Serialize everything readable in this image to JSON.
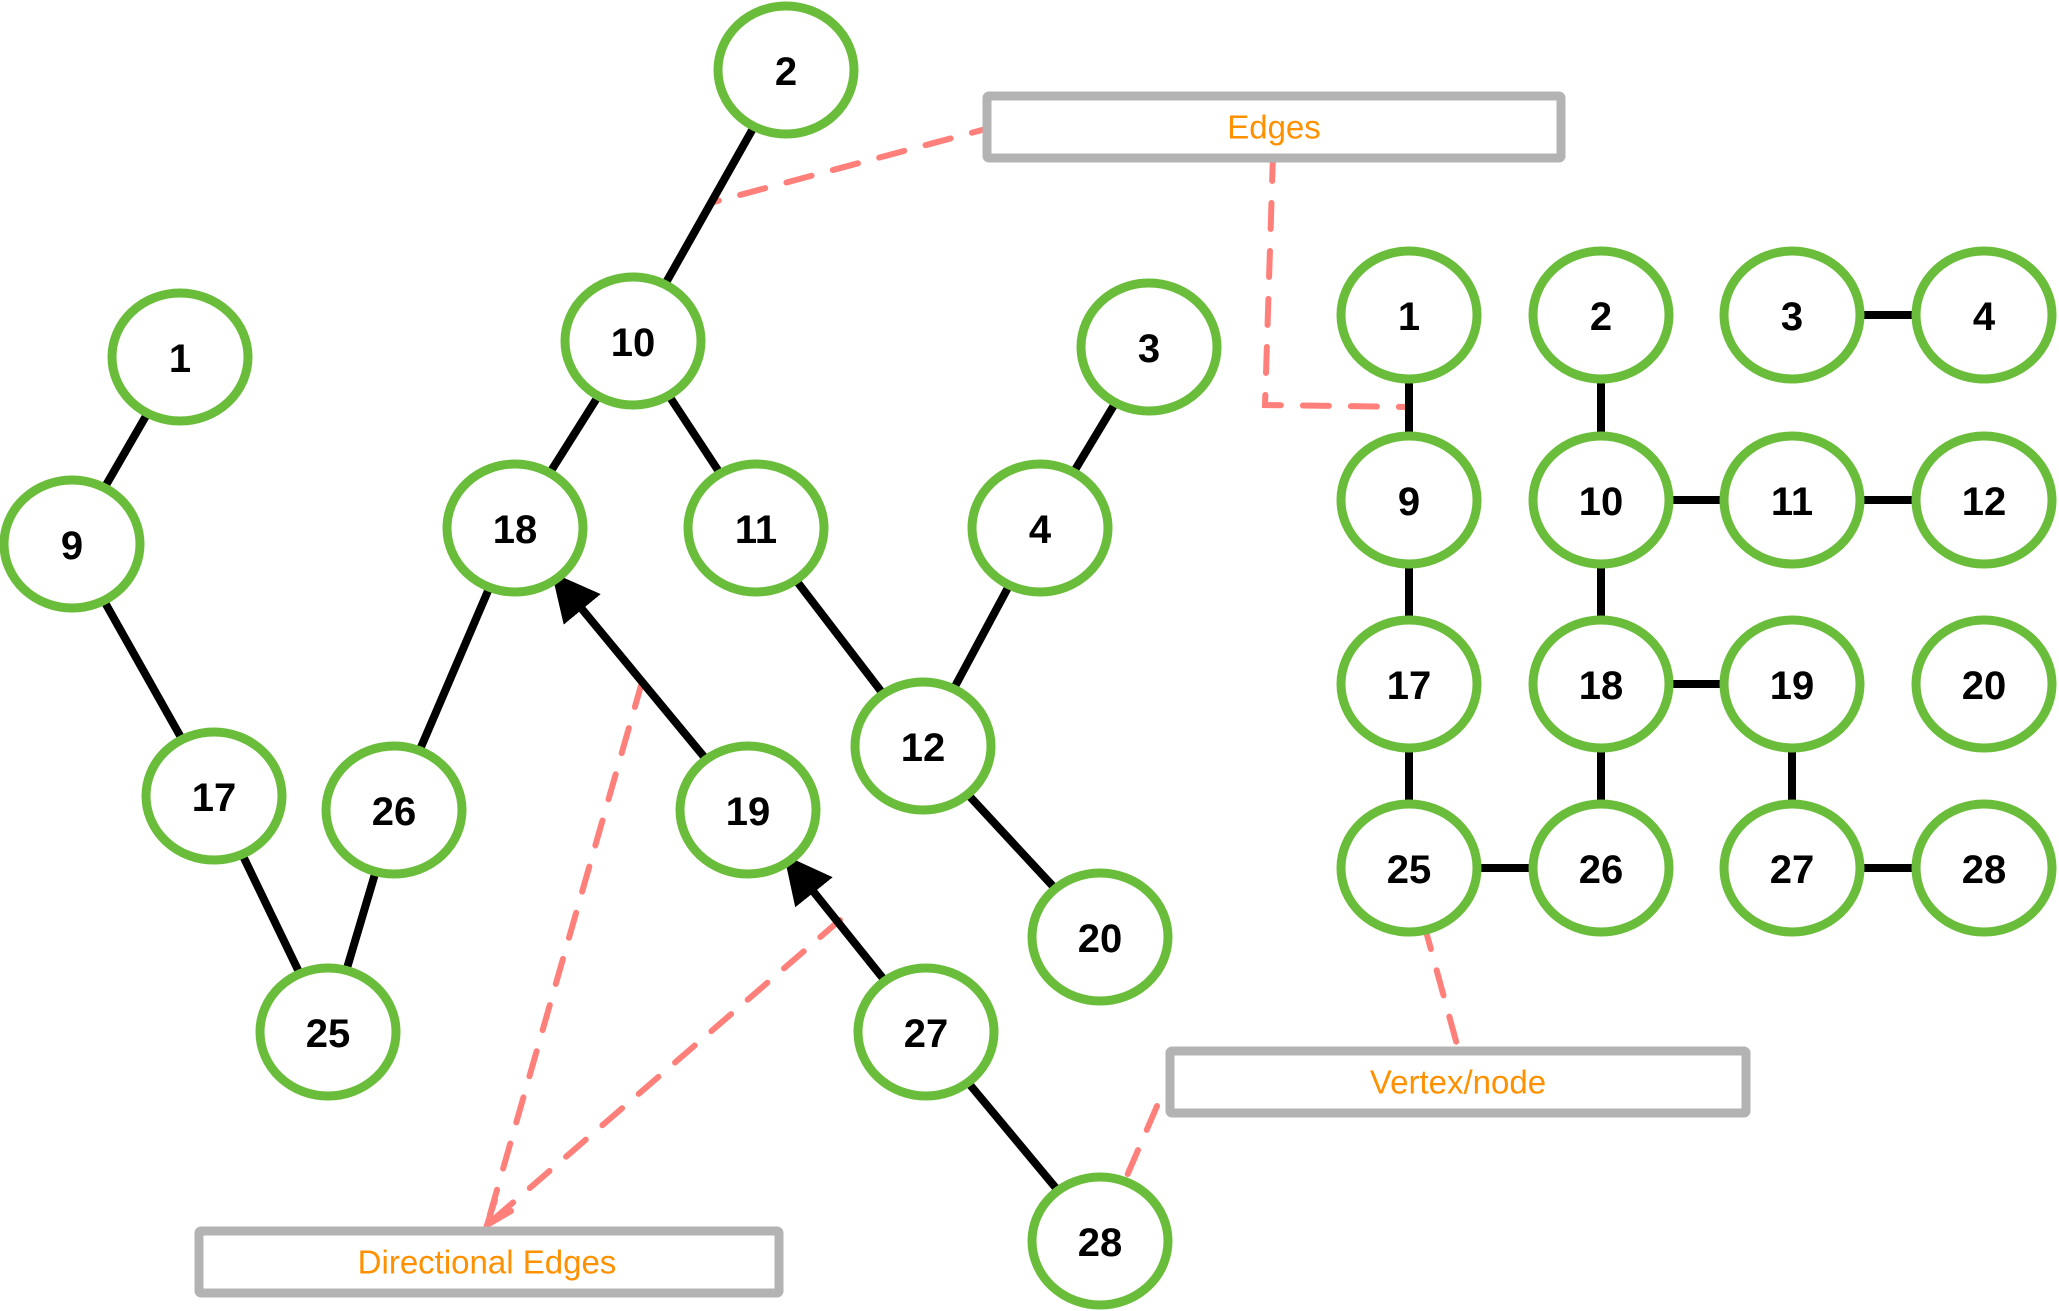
{
  "diagram": {
    "colors": {
      "node_stroke": "#6ABD3A",
      "edge": "#000000",
      "callout": "#FF7F7A",
      "label_text": "#FF9000",
      "label_border": "#B3B3B3"
    },
    "left_graph": {
      "nodes": [
        "1",
        "9",
        "17",
        "25",
        "26",
        "18",
        "10",
        "2",
        "11",
        "19",
        "27",
        "28",
        "12",
        "4",
        "3",
        "20"
      ],
      "edges": [
        {
          "from": "1",
          "to": "9",
          "directed": false
        },
        {
          "from": "9",
          "to": "17",
          "directed": false
        },
        {
          "from": "17",
          "to": "25",
          "directed": false
        },
        {
          "from": "26",
          "to": "25",
          "directed": false
        },
        {
          "from": "18",
          "to": "26",
          "directed": false
        },
        {
          "from": "10",
          "to": "18",
          "directed": false
        },
        {
          "from": "2",
          "to": "10",
          "directed": false
        },
        {
          "from": "10",
          "to": "11",
          "directed": false
        },
        {
          "from": "11",
          "to": "12",
          "directed": false
        },
        {
          "from": "4",
          "to": "12",
          "directed": false
        },
        {
          "from": "3",
          "to": "4",
          "directed": false
        },
        {
          "from": "12",
          "to": "20",
          "directed": false
        },
        {
          "from": "19",
          "to": "18",
          "directed": true
        },
        {
          "from": "27",
          "to": "19",
          "directed": true
        },
        {
          "from": "27",
          "to": "28",
          "directed": false
        }
      ]
    },
    "right_graph": {
      "grid": [
        [
          "1",
          "2",
          "3",
          "4"
        ],
        [
          "9",
          "10",
          "11",
          "12"
        ],
        [
          "17",
          "18",
          "19",
          "20"
        ],
        [
          "25",
          "26",
          "27",
          "28"
        ]
      ],
      "edges": [
        {
          "from": "3",
          "to": "4"
        },
        {
          "from": "1",
          "to": "9"
        },
        {
          "from": "2",
          "to": "10"
        },
        {
          "from": "10",
          "to": "11"
        },
        {
          "from": "11",
          "to": "12"
        },
        {
          "from": "9",
          "to": "17"
        },
        {
          "from": "10",
          "to": "18"
        },
        {
          "from": "18",
          "to": "19"
        },
        {
          "from": "17",
          "to": "25"
        },
        {
          "from": "18",
          "to": "26"
        },
        {
          "from": "19",
          "to": "27"
        },
        {
          "from": "25",
          "to": "26"
        },
        {
          "from": "27",
          "to": "28"
        }
      ]
    },
    "annotations": {
      "edges_label": "Edges",
      "vertex_label": "Vertex/node",
      "directional_label": "Directional Edges"
    }
  }
}
